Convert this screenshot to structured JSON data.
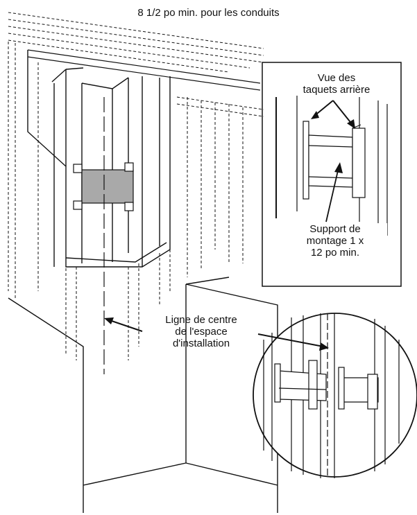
{
  "labels": {
    "duct_clearance": "8 1/2 po min. pour les conduits",
    "rear_cleats_view": [
      "Vue des",
      "taquets arrière"
    ],
    "mounting_bracket": [
      "Support de",
      "montage 1 x",
      "12 po min."
    ],
    "center_line": [
      "Ligne de centre",
      "de l'espace",
      "d'installation"
    ]
  },
  "colors": {
    "line": "#111111",
    "bracket_fill": "#a9a9a9",
    "background": "#ffffff"
  }
}
